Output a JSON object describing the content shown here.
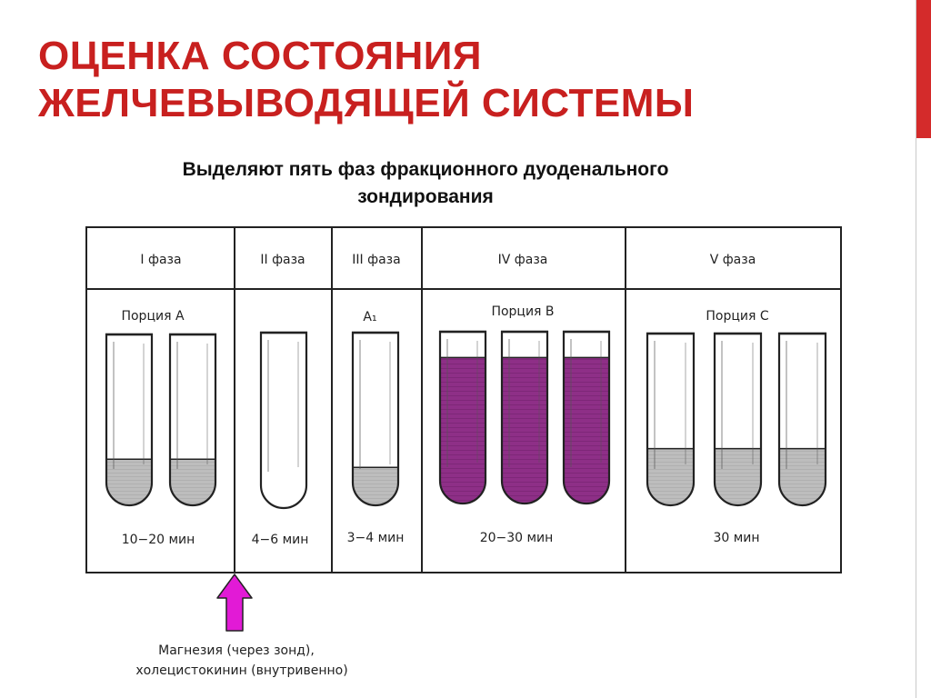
{
  "slide": {
    "title_line1": "ОЦЕНКА СОСТОЯНИЯ",
    "title_line2": "ЖЕЛЧЕВЫВОДЯЩЕЙ СИСТЕМЫ",
    "subtitle_line1": "Выделяют  пять фаз фракционного  дуоденального",
    "subtitle_line2": "зондирования"
  },
  "colors": {
    "title": "#c8201f",
    "accent": "#d42b2b",
    "bile_gray": "#b9b9b9",
    "bile_purple": "#8e2f87",
    "arrow": "#e21ad6"
  },
  "table": {
    "phases": [
      {
        "header": "I фаза",
        "portion": "Порция A",
        "duration": "10−20 мин",
        "tubes": 2,
        "fill": "gray",
        "level": 0.27
      },
      {
        "header": "II фаза",
        "portion": "",
        "duration": "4−6 мин",
        "tubes": 1,
        "fill": "none",
        "level": 0
      },
      {
        "header": "III фаза",
        "portion": "A₁",
        "duration": "3−4 мин",
        "tubes": 1,
        "fill": "gray",
        "level": 0.22
      },
      {
        "header": "IV фаза",
        "portion": "Порция B",
        "duration": "20−30 мин",
        "tubes": 3,
        "fill": "purple",
        "level": 0.85
      },
      {
        "header": "V фаза",
        "portion": "Порция C",
        "duration": "30 мин",
        "tubes": 3,
        "fill": "gray",
        "level": 0.33
      }
    ]
  },
  "arrow_note": {
    "line1": "Магнезия (через зонд),",
    "line2": "холецистокинин (внутривенно)"
  }
}
